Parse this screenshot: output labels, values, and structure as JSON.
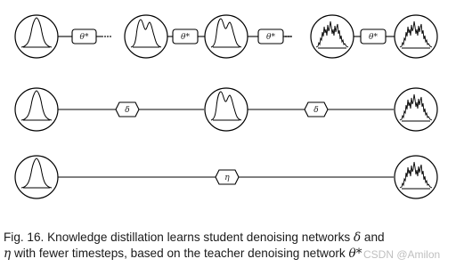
{
  "figure": {
    "operators": {
      "teacher": "θ*",
      "student_delta": "δ",
      "student_eta": "η"
    },
    "ellipsis": "···"
  },
  "caption": {
    "part1": "Fig. 16. Knowledge distillation learns student denoising networks",
    "delta": "δ",
    "part2": "and",
    "eta": "η",
    "part3": "with fewer timesteps, based on the teacher denoising network",
    "theta": "θ*"
  },
  "watermark": "CSDN @Amilon"
}
